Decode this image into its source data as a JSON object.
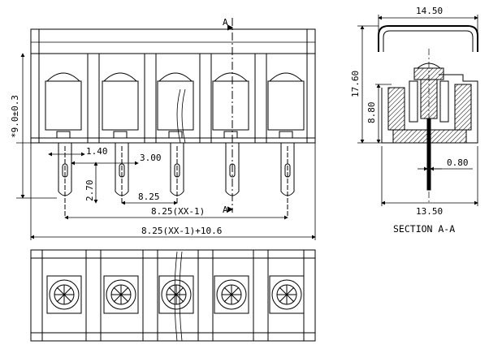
{
  "drawing": {
    "front_view": {
      "dimensions": {
        "height": "*9.0±0.3",
        "pin_width": "1.40",
        "pin_spacing_small": "3.00",
        "pin_tail": "2.70",
        "pitch": "8.25",
        "span": "8.25(XX-1)",
        "overall": "8.25(XX-1)+10.6"
      },
      "section_marker": "A"
    },
    "section_view": {
      "title": "SECTION A-A",
      "dimensions": {
        "top_width": "14.50",
        "total_height": "17.60",
        "body_height": "8.80",
        "pin_thickness": "0.80",
        "base_width": "13.50"
      }
    }
  }
}
